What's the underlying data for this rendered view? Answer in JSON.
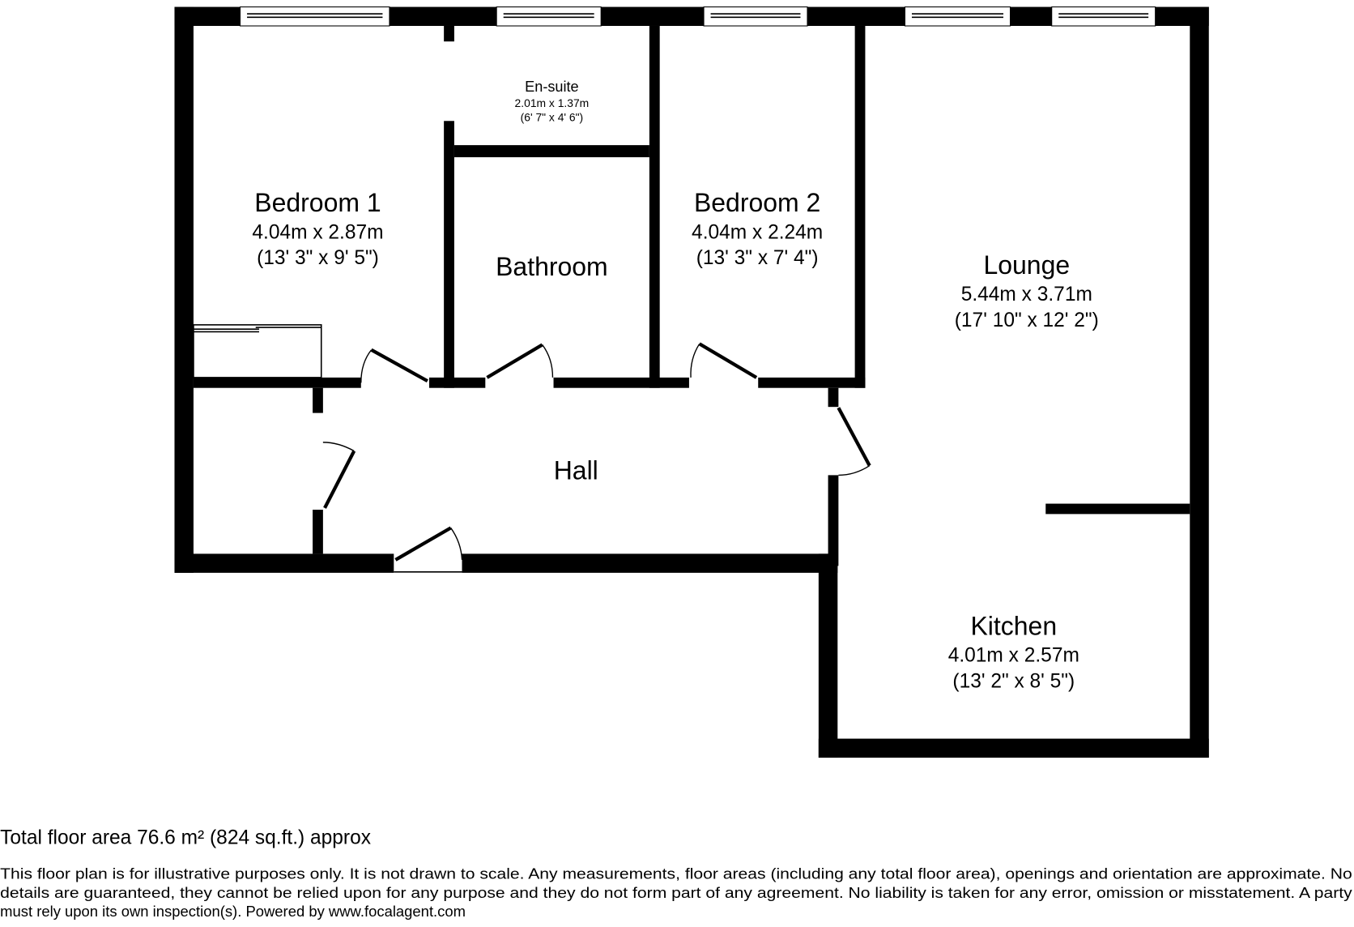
{
  "rooms": {
    "bedroom1": {
      "name": "Bedroom 1",
      "metric": "4.04m x 2.87m",
      "imperial": "(13' 3\" x 9' 5\")"
    },
    "ensuite": {
      "name": "En-suite",
      "metric": "2.01m x 1.37m",
      "imperial": "(6' 7\" x 4' 6\")"
    },
    "bathroom": {
      "name": "Bathroom"
    },
    "bedroom2": {
      "name": "Bedroom 2",
      "metric": "4.04m x 2.24m",
      "imperial": "(13' 3\" x 7' 4\")"
    },
    "lounge": {
      "name": "Lounge",
      "metric": "5.44m x 3.71m",
      "imperial": "(17' 10\" x 12' 2\")"
    },
    "hall": {
      "name": "Hall"
    },
    "kitchen": {
      "name": "Kitchen",
      "metric": "4.01m x 2.57m",
      "imperial": "(13' 2\" x 8' 5\")"
    }
  },
  "footer": {
    "total_area": "Total floor area 76.6 m² (824 sq.ft.) approx",
    "disclaimer_lines": [
      "This floor plan is for illustrative purposes only. It is not drawn to scale. Any measurements, floor areas (including any total floor area), openings and orientation are approximate. No",
      "details are guaranteed, they cannot be relied upon for any purpose and they do not form part of any agreement. No liability is taken for any error, omission or misstatement. A party",
      "must rely upon its own inspection(s). Powered by www.focalagent.com"
    ]
  }
}
